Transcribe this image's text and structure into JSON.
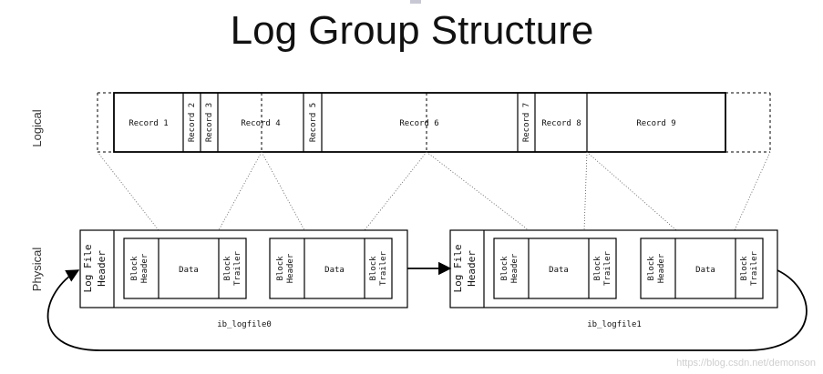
{
  "title": "Log Group Structure",
  "side_labels": {
    "logical": "Logical",
    "physical": "Physical"
  },
  "records": [
    "Record 1",
    "Record 2",
    "Record 3",
    "Record 4",
    "Record 5",
    "Record 6",
    "Record 7",
    "Record 8",
    "Record 9"
  ],
  "logfile_header": [
    "Log File",
    "Header"
  ],
  "block_header": [
    "Block",
    "Header"
  ],
  "data_label": "Data",
  "block_trailer": [
    "Block",
    "Trailer"
  ],
  "logfiles": [
    "ib_logfile0",
    "ib_logfile1"
  ],
  "watermark": "https://blog.csdn.net/demonson"
}
